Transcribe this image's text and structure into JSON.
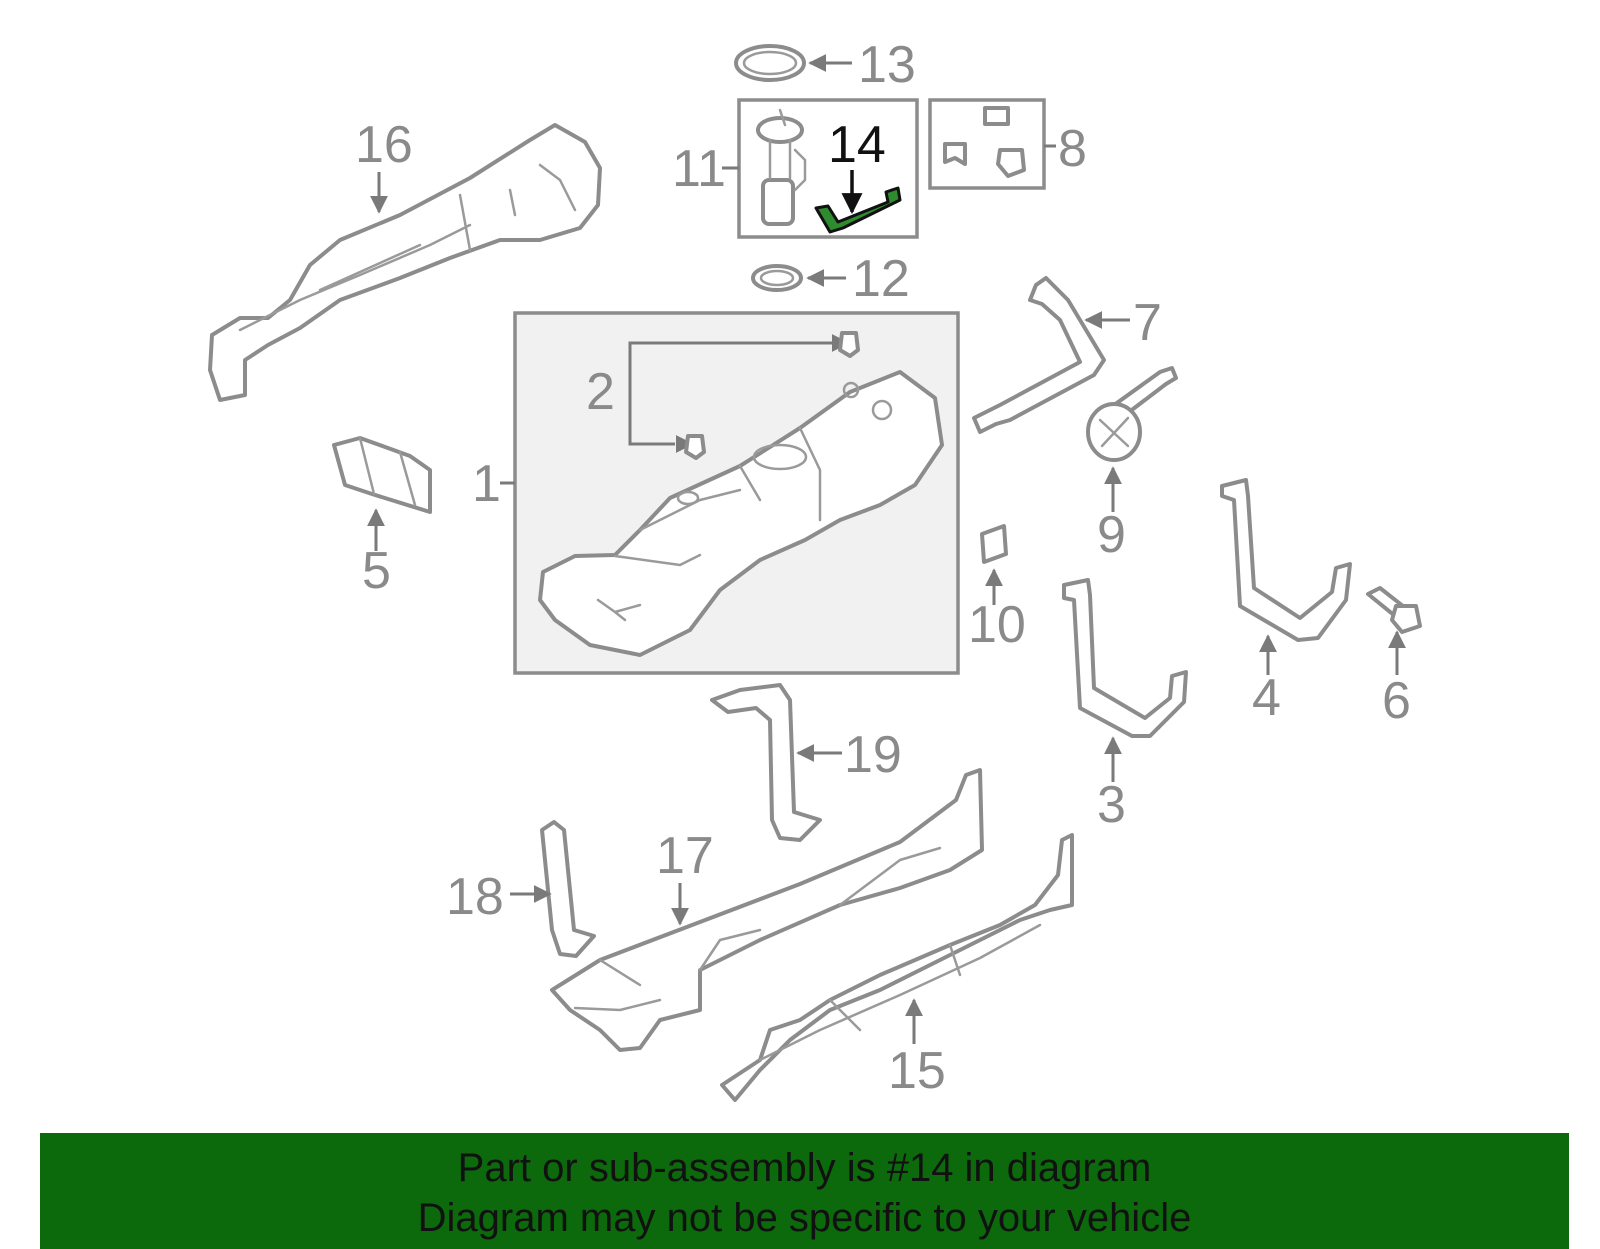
{
  "diagram": {
    "callouts": {
      "c1": "1",
      "c2": "2",
      "c3": "3",
      "c4": "4",
      "c5": "5",
      "c6": "6",
      "c7": "7",
      "c8": "8",
      "c9": "9",
      "c10": "10",
      "c11": "11",
      "c12": "12",
      "c13": "13",
      "c14": "14",
      "c15": "15",
      "c16": "16",
      "c17": "17",
      "c18": "18",
      "c19": "19"
    },
    "highlighted_part": "14",
    "colors": {
      "highlight": "#2e8b2e",
      "banner": "#0c6a0c",
      "line": "#8c8c8c"
    }
  },
  "banner": {
    "line1": "Part or sub-assembly is #14 in diagram",
    "line2": "Diagram may not be specific to your vehicle"
  }
}
